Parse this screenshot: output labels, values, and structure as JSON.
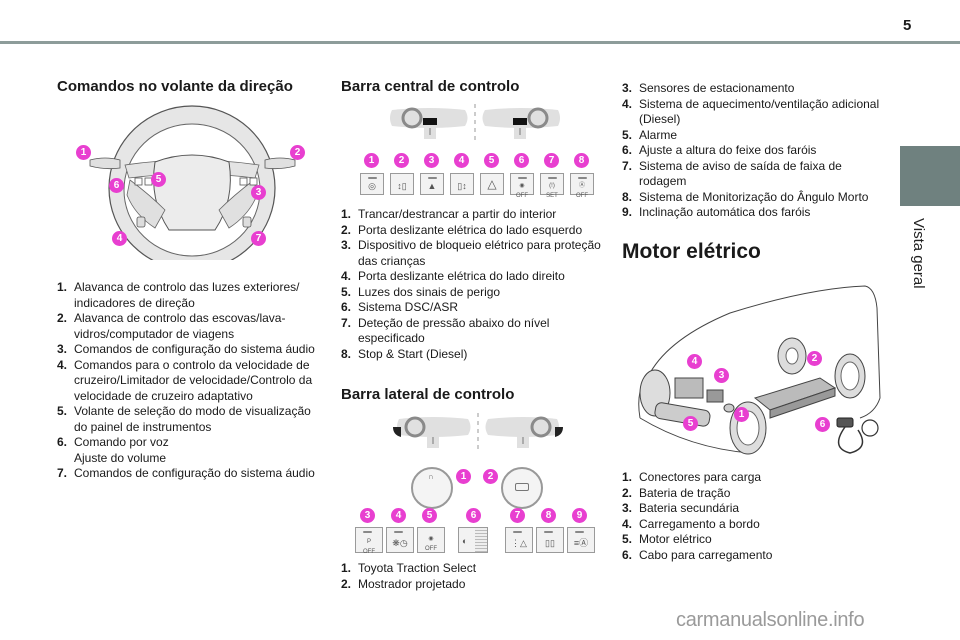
{
  "page": {
    "number": "5",
    "side_tab_label": "Vista geral",
    "watermark": "carmanualsonline.info",
    "accent_color": "#e83fd0",
    "tab_color": "#6f817f"
  },
  "steering": {
    "title": "Comandos no volante da direção",
    "callouts": [
      "1",
      "2",
      "3",
      "4",
      "5",
      "6",
      "7"
    ],
    "items": [
      {
        "num": "1.",
        "text": "Alavanca de controlo das luzes exteriores/ indicadores de direção"
      },
      {
        "num": "2.",
        "text": "Alavanca de controlo das escovas/lava-vidros/computador de viagens"
      },
      {
        "num": "3.",
        "text": "Comandos de configuração do sistema áudio"
      },
      {
        "num": "4.",
        "text": "Comandos para o controlo da velocidade de cruzeiro/Limitador de velocidade/Controlo da velocidade de cruzeiro adaptativo"
      },
      {
        "num": "5.",
        "text": "Volante de seleção do modo de visualização do painel de instrumentos"
      },
      {
        "num": "6.",
        "text": "Comando por voz Ajuste do volume"
      },
      {
        "num": "7.",
        "text": "Comandos de configuração do sistema áudio"
      }
    ]
  },
  "central_bar": {
    "title": "Barra central de controlo",
    "buttons": [
      {
        "num": "1",
        "icon": "lock-icon",
        "glyph": "🔒"
      },
      {
        "num": "2",
        "icon": "sliding-door-left-icon",
        "glyph": "↕▯"
      },
      {
        "num": "3",
        "icon": "child-lock-icon",
        "glyph": "⛨"
      },
      {
        "num": "4",
        "icon": "sliding-door-right-icon",
        "glyph": "▯↕"
      },
      {
        "num": "5",
        "icon": "hazard-icon",
        "glyph": "△"
      },
      {
        "num": "6",
        "icon": "dsc-off-icon",
        "glyph": "OFF"
      },
      {
        "num": "7",
        "icon": "tire-pressure-icon",
        "glyph": "SET"
      },
      {
        "num": "8",
        "icon": "stop-start-off-icon",
        "glyph": "OFF"
      }
    ],
    "items": [
      {
        "num": "1.",
        "text": "Trancar/destrancar a partir do interior"
      },
      {
        "num": "2.",
        "text": "Porta deslizante elétrica do lado esquerdo"
      },
      {
        "num": "3.",
        "text": "Dispositivo de bloqueio elétrico para proteção das crianças"
      },
      {
        "num": "4.",
        "text": "Porta deslizante elétrica do lado direito"
      },
      {
        "num": "5.",
        "text": "Luzes dos sinais de perigo"
      },
      {
        "num": "6.",
        "text": "Sistema DSC/ASR"
      },
      {
        "num": "7.",
        "text": "Deteção de pressão abaixo do nível especificado"
      },
      {
        "num": "8.",
        "text": "Stop & Start (Diesel)"
      }
    ]
  },
  "side_bar": {
    "title": "Barra lateral de controlo",
    "buttons": [
      {
        "num": "3",
        "icon": "parking-sensor-off-icon",
        "glyph": "P OFF"
      },
      {
        "num": "4",
        "icon": "aux-heater-timer-icon",
        "glyph": "⏲"
      },
      {
        "num": "5",
        "icon": "alarm-off-icon",
        "glyph": "OFF"
      },
      {
        "num": "6",
        "icon": "headlight-level-dial-icon",
        "glyph": "◐"
      },
      {
        "num": "7",
        "icon": "lane-departure-icon",
        "glyph": "⋮"
      },
      {
        "num": "8",
        "icon": "blind-spot-icon",
        "glyph": "▯"
      },
      {
        "num": "9",
        "icon": "auto-headlight-icon",
        "glyph": "≣A"
      }
    ],
    "dial_callouts": [
      "1",
      "2"
    ],
    "items": [
      {
        "num": "1.",
        "text": "Toyota Traction Select"
      },
      {
        "num": "2.",
        "text": "Mostrador projetado"
      },
      {
        "num": "3.",
        "text": "Sensores de estacionamento"
      },
      {
        "num": "4.",
        "text": "Sistema de aquecimento/ventilação adicional (Diesel)"
      },
      {
        "num": "5.",
        "text": "Alarme"
      },
      {
        "num": "6.",
        "text": "Ajuste a altura do feixe dos faróis"
      },
      {
        "num": "7.",
        "text": "Sistema de aviso de saída de faixa de rodagem"
      },
      {
        "num": "8.",
        "text": "Sistema de Monitorização do Ângulo Morto"
      },
      {
        "num": "9.",
        "text": "Inclinação automática dos faróis"
      }
    ]
  },
  "electric_motor": {
    "title": "Motor elétrico",
    "callouts": [
      "1",
      "2",
      "3",
      "4",
      "5",
      "6"
    ],
    "items": [
      {
        "num": "1.",
        "text": "Conectores para carga"
      },
      {
        "num": "2.",
        "text": "Bateria de tração"
      },
      {
        "num": "3.",
        "text": "Bateria secundária"
      },
      {
        "num": "4.",
        "text": "Carregamento a bordo"
      },
      {
        "num": "5.",
        "text": "Motor elétrico"
      },
      {
        "num": "6.",
        "text": "Cabo para carregamento"
      }
    ]
  }
}
